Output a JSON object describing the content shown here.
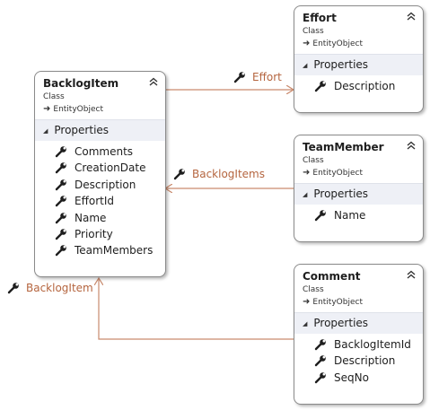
{
  "colors": {
    "connector": "#c98a6d",
    "label": "#b5653f",
    "section": "#eef0f6",
    "border": "#8a8a8a"
  },
  "classes": {
    "backlogitem": {
      "name": "BacklogItem",
      "kind": "Class",
      "base": "EntityObject",
      "section": "Properties",
      "members": [
        "Comments",
        "CreationDate",
        "Description",
        "EffortId",
        "Name",
        "Priority",
        "TeamMembers"
      ]
    },
    "effort": {
      "name": "Effort",
      "kind": "Class",
      "base": "EntityObject",
      "section": "Properties",
      "members": [
        "Description"
      ]
    },
    "teammember": {
      "name": "TeamMember",
      "kind": "Class",
      "base": "EntityObject",
      "section": "Properties",
      "members": [
        "Name"
      ]
    },
    "comment": {
      "name": "Comment",
      "kind": "Class",
      "base": "EntityObject",
      "section": "Properties",
      "members": [
        "BacklogItemId",
        "Description",
        "SeqNo"
      ]
    }
  },
  "associations": {
    "effort": "Effort",
    "backlogitems": "BacklogItems",
    "backlogitem": "BacklogItem"
  }
}
